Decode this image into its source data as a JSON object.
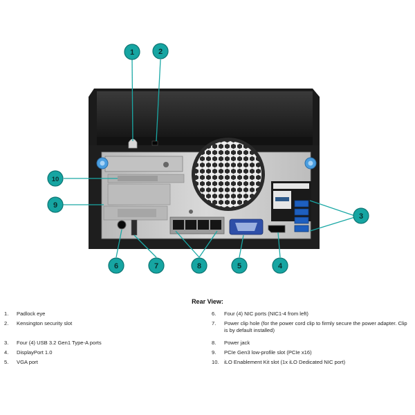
{
  "title": "Rear View:",
  "callouts": [
    {
      "number": "1"
    },
    {
      "number": "2"
    },
    {
      "number": "3"
    },
    {
      "number": "4"
    },
    {
      "number": "5"
    },
    {
      "number": "6"
    },
    {
      "number": "7"
    },
    {
      "number": "8"
    },
    {
      "number": "9"
    },
    {
      "number": "10"
    }
  ],
  "legend": {
    "left": [
      {
        "num": "1.",
        "text": "Padlock eye"
      },
      {
        "num": "2.",
        "text": "Kensington security slot"
      },
      {
        "num": "3.",
        "text": "Four (4) USB 3.2 Gen1 Type-A ports"
      },
      {
        "num": "4.",
        "text": "DisplayPort 1.0"
      },
      {
        "num": "5.",
        "text": "VGA port"
      }
    ],
    "right": [
      {
        "num": "6.",
        "text": "Four (4) NIC ports (NIC1-4 from left)"
      },
      {
        "num": "7.",
        "text": "Power clip hole (for the power cord clip to firmly secure the power adapter. Clip is by default installed)"
      },
      {
        "num": "8.",
        "text": "Power jack"
      },
      {
        "num": "9.",
        "text": "PCIe Gen3 low-profile slot (PCIe x16)"
      },
      {
        "num": "10.",
        "text": "iLO Enablement Kit slot (1x iLO Dedicated NIC port)"
      }
    ]
  },
  "colors": {
    "callout_fill": "#16a5a2",
    "callout_stroke": "#0d7573",
    "leader_line": "#1aa8a5",
    "chassis": "#1b1b1b",
    "panel": "#c9c9c9",
    "thumbscrew": "#4a9ee0"
  }
}
